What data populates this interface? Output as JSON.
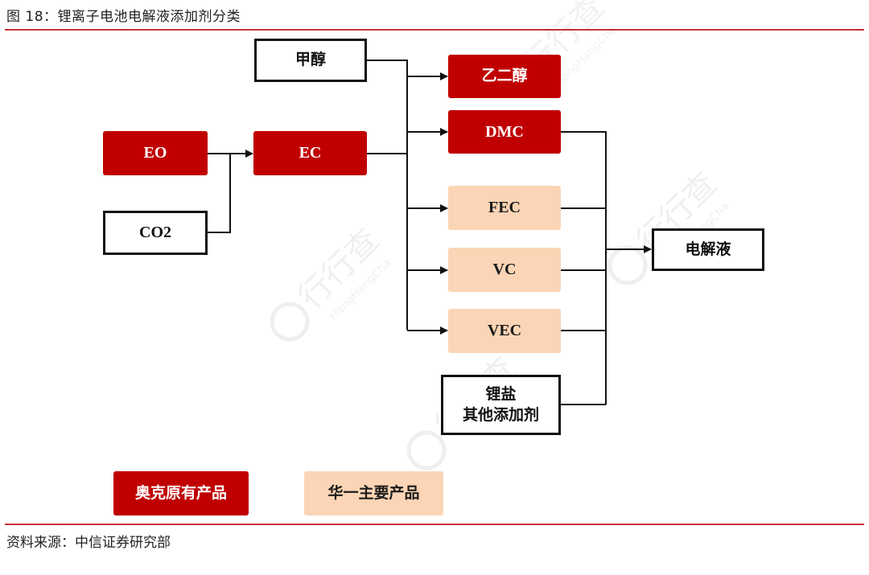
{
  "figure": {
    "title": "图 18：锂离子电池电解液添加剂分类",
    "source": "资料来源：中信证券研究部"
  },
  "colors": {
    "aoke_red": "#c00000",
    "huayi_peach": "#fbd5b5",
    "rule_red": "#c8323a",
    "line": "#111111"
  },
  "nodes": {
    "methanol": "甲醇",
    "ethylene_glycol": "乙二醇",
    "dmc": "DMC",
    "eo": "EO",
    "ec": "EC",
    "co2": "CO2",
    "fec": "FEC",
    "vc": "VC",
    "vec": "VEC",
    "lithium_salt_line1": "锂盐",
    "lithium_salt_line2": "其他添加剂",
    "electrolyte": "电解液"
  },
  "edges": [
    {
      "from": "EO",
      "to": "EC"
    },
    {
      "from": "CO2",
      "to": "EC"
    },
    {
      "from": "甲醇",
      "to": "乙二醇"
    },
    {
      "from": "甲醇",
      "to": "DMC"
    },
    {
      "from": "EC",
      "to": "乙二醇"
    },
    {
      "from": "EC",
      "to": "DMC"
    },
    {
      "from": "EC",
      "to": "FEC"
    },
    {
      "from": "EC",
      "to": "VC"
    },
    {
      "from": "EC",
      "to": "VEC"
    },
    {
      "from": "DMC",
      "to": "电解液"
    },
    {
      "from": "FEC",
      "to": "电解液"
    },
    {
      "from": "VC",
      "to": "电解液"
    },
    {
      "from": "VEC",
      "to": "电解液"
    },
    {
      "from": "锂盐 其他添加剂",
      "to": "电解液"
    }
  ],
  "legend": {
    "aoke": "奥克原有产品",
    "huayi": "华一主要产品"
  },
  "watermark": {
    "cn": "行行查",
    "en": "HangHangCha"
  }
}
